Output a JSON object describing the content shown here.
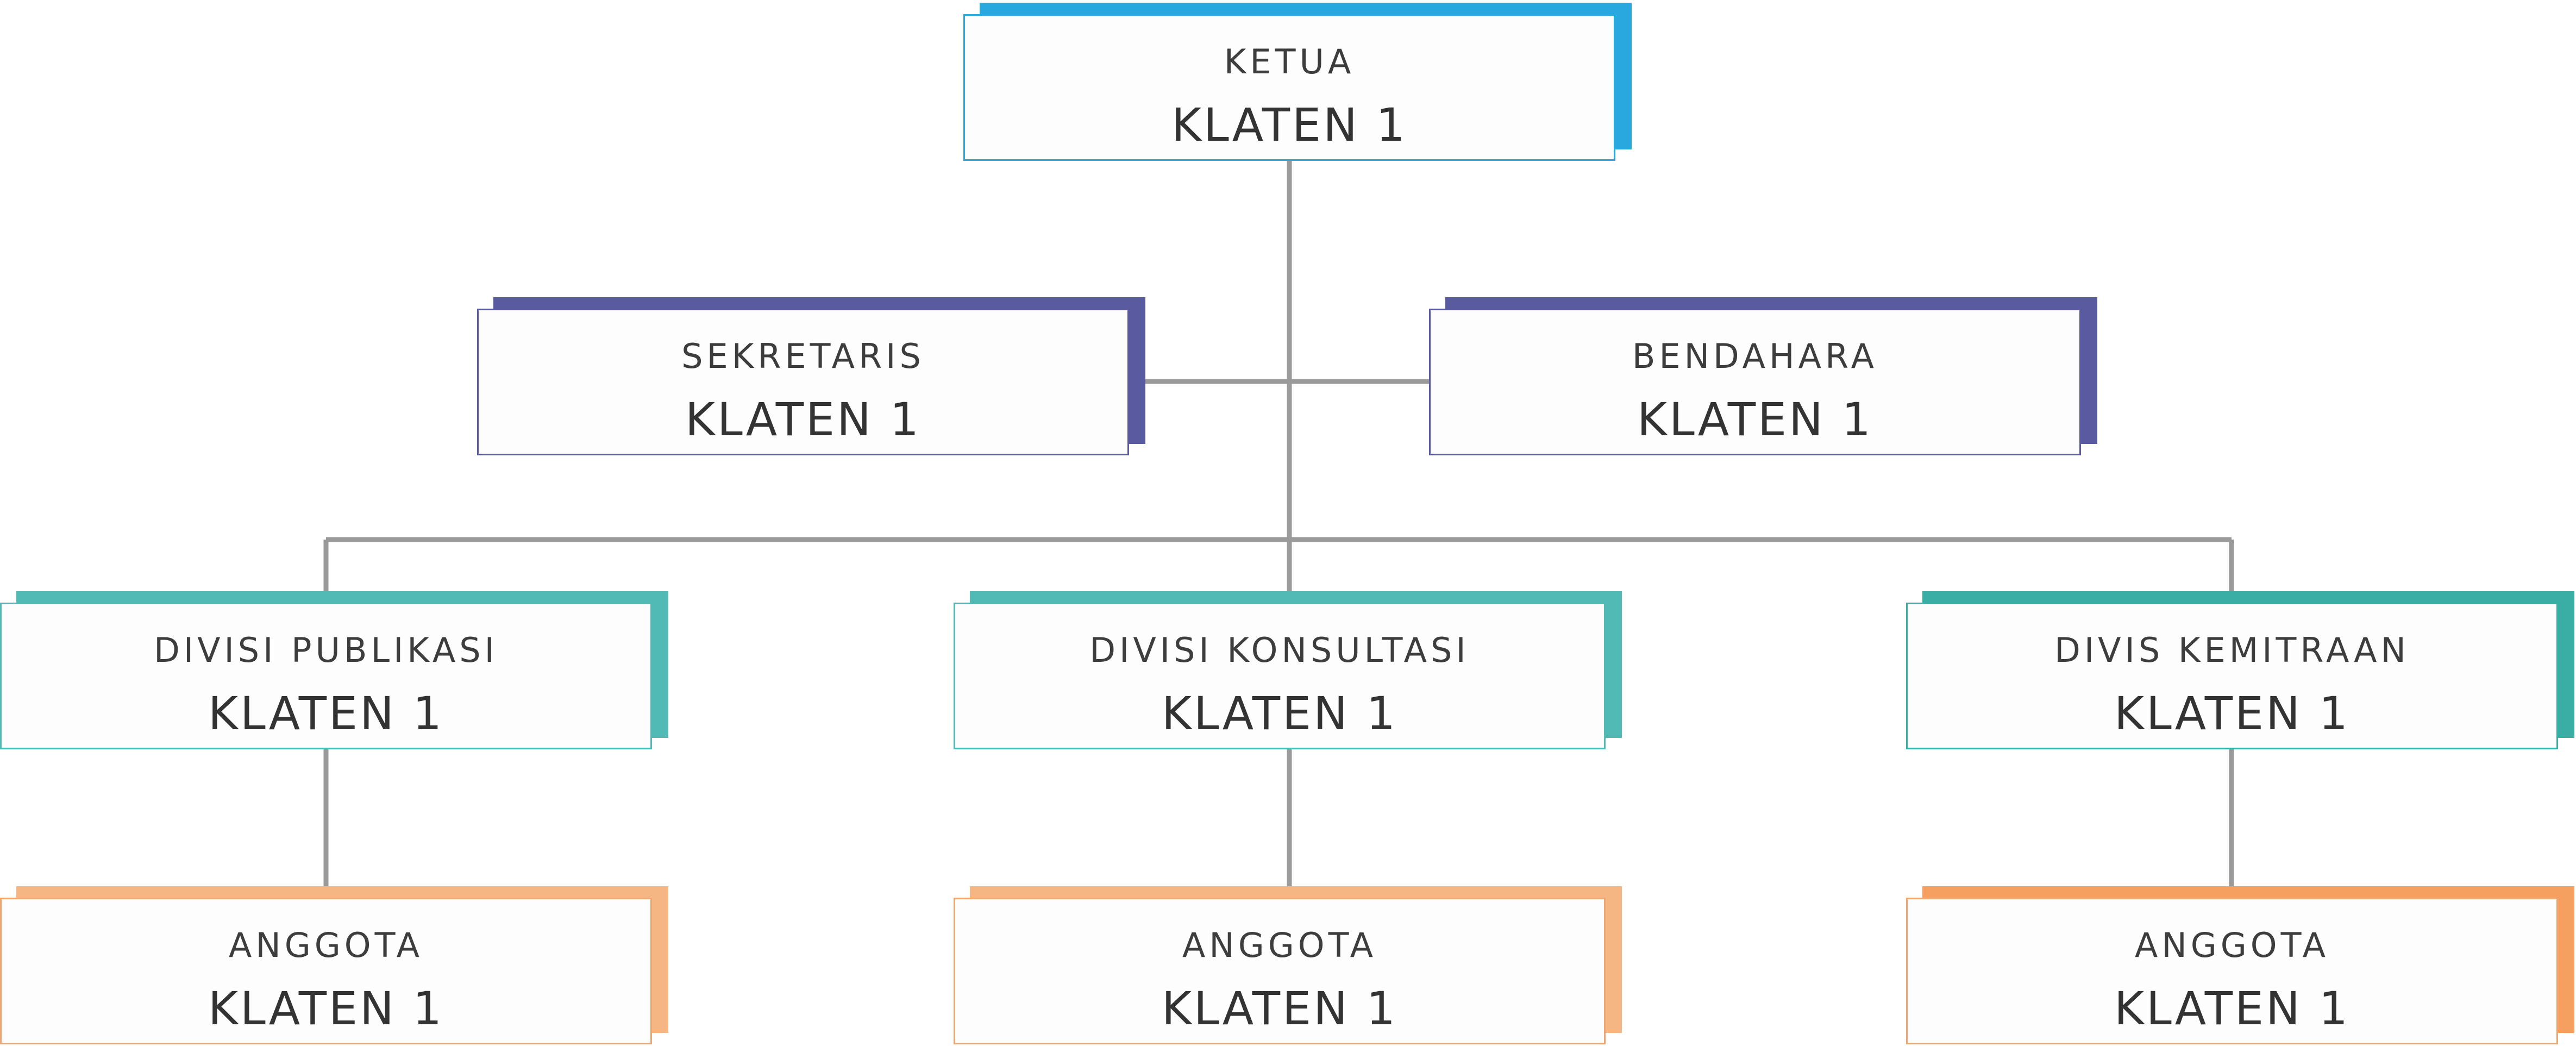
{
  "chart": {
    "ketua": {
      "role": "KETUA",
      "name": "KLATEN 1"
    },
    "sekretaris": {
      "role": "SEKRETARIS",
      "name": "KLATEN 1"
    },
    "bendahara": {
      "role": "BENDAHARA",
      "name": "KLATEN 1"
    },
    "divisions": [
      {
        "role": "DIVISI PUBLIKASI",
        "name": "KLATEN 1",
        "member": {
          "role": "ANGGOTA",
          "name": "KLATEN 1"
        }
      },
      {
        "role": "DIVISI KONSULTASI",
        "name": "KLATEN 1",
        "member": {
          "role": "ANGGOTA",
          "name": "KLATEN 1"
        }
      },
      {
        "role": "DIVIS KEMITRAAN",
        "name": "KLATEN 1",
        "member": {
          "role": "ANGGOTA",
          "name": "KLATEN 1"
        }
      }
    ]
  },
  "colors": {
    "ketua_accent": "#29a8df",
    "officer_accent": "#5a5aa0",
    "division_accent": "#52bab5",
    "member_accent": "#f5b683",
    "connector": "#9a9a9a",
    "text": "#333333"
  }
}
